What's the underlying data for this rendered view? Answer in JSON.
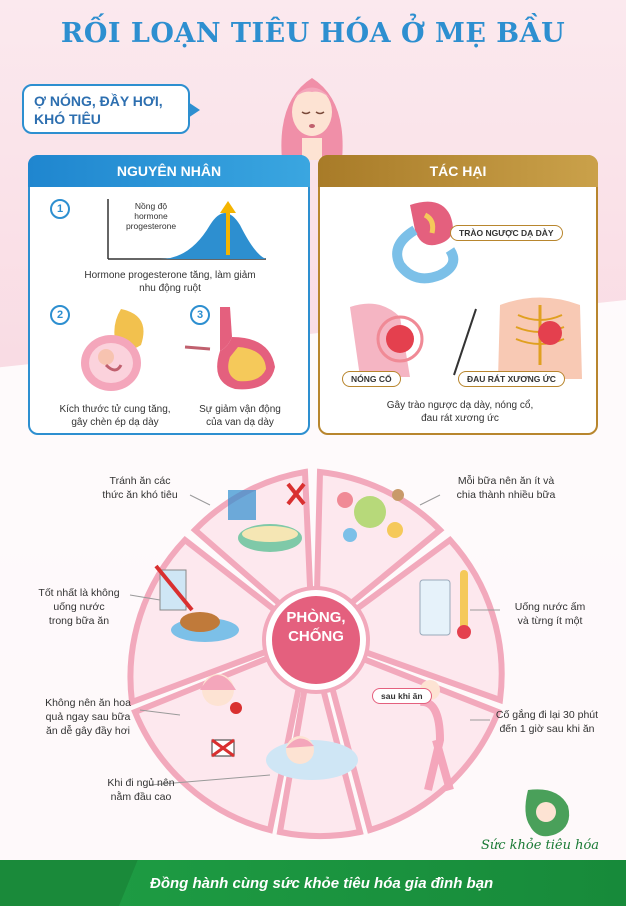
{
  "title": "RỐI LOẠN TIÊU HÓA Ở MẸ BẦU",
  "symptom": {
    "line1": "Ợ NÓNG, ĐẦY HƠI,",
    "line2": "KHÓ TIÊU"
  },
  "causes": {
    "header": "NGUYÊN NHÂN",
    "graph_label": {
      "l1": "Nồng độ",
      "l2": "hormone",
      "l3": "progesterone"
    },
    "item1": {
      "number": "1",
      "l1": "Hormone progesterone tăng, làm giảm",
      "l2": "nhu động ruột"
    },
    "item2": {
      "number": "2",
      "l1": "Kích thước tử cung tăng,",
      "l2": "gây chèn ép dạ dày"
    },
    "item3": {
      "number": "3",
      "l1": "Sự giảm vận động",
      "l2": "của van dạ dày"
    }
  },
  "harms": {
    "header": "TÁC HẠI",
    "tag_reflux": "TRÀO NGƯỢC DẠ DÀY",
    "tag_heartburn": "NÓNG CỔ",
    "tag_chest": "ĐAU RÁT XƯƠNG ỨC",
    "summary": {
      "l1": "Gây trào ngược dạ dày, nóng cổ,",
      "l2": "đau rát xương ức"
    }
  },
  "prevention": {
    "center": {
      "l1": "PHÒNG,",
      "l2": "CHỐNG"
    },
    "tip1": {
      "l1": "Tránh ăn các",
      "l2": "thức ăn khó tiêu"
    },
    "tip2": {
      "l1": "Mỗi bữa nên ăn ít và",
      "l2": "chia thành nhiều bữa"
    },
    "tip3": {
      "l1": "Tốt nhất là không",
      "l2": "uống nước",
      "l3": "trong bữa ăn"
    },
    "tip4": {
      "l1": "Uống nước ấm",
      "l2": "và từng ít một"
    },
    "tip5": {
      "l1": "Không nên ăn hoa",
      "l2": "quả ngay sau bữa",
      "l3": "ăn dễ gây đầy hơi"
    },
    "tip6": {
      "l1": "Cố gắng đi lại 30 phút",
      "l2": "đến 1 giờ sau khi ăn"
    },
    "tip7": {
      "l1": "Khi đi ngủ nên",
      "l2": "nằm đầu cao"
    },
    "after_meal": "sau khi ăn"
  },
  "brand": "Sức khỏe tiêu hóa",
  "footer": "Đồng hành cùng sức khỏe tiêu hóa gia đình bạn",
  "colors": {
    "blue": "#2d8fd0",
    "gold": "#b8862e",
    "pink": "#e4607e",
    "green": "#1a8a3a"
  }
}
